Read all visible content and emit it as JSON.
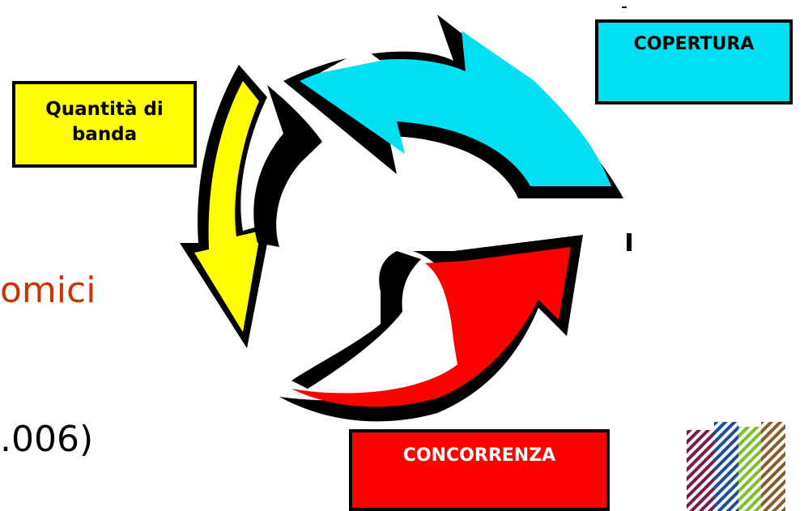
{
  "labels": {
    "banda": "Quantità di banda",
    "copertura": "COPERTURA",
    "concorrenza": "CONCORRENZA"
  },
  "background_text": {
    "line1": "omici",
    "line2": ".006)"
  },
  "colors": {
    "yellow": "#ffff00",
    "cyan": "#00e0f0",
    "red": "#ff0000",
    "orange_text": "#cc3300"
  },
  "icons": {
    "cycle": "three-arrow-cycle-icon",
    "logo": "striped-logo-icon"
  }
}
